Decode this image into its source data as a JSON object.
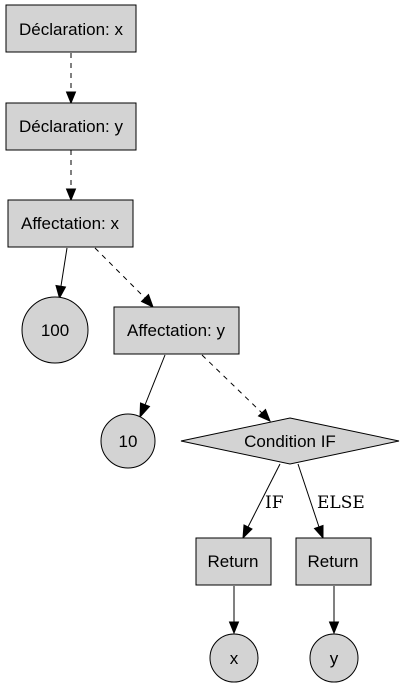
{
  "nodes": {
    "decl_x": "Déclaration: x",
    "decl_y": "Déclaration: y",
    "affect_x": "Affectation: x",
    "val_100": "100",
    "affect_y": "Affectation: y",
    "val_10": "10",
    "cond_if": "Condition IF",
    "return_1": "Return",
    "return_2": "Return",
    "ret_x": "x",
    "ret_y": "y"
  },
  "edges": {
    "if_label": "IF",
    "else_label": "ELSE"
  },
  "colors": {
    "node_fill": "#d3d3d3",
    "stroke": "#000000"
  }
}
